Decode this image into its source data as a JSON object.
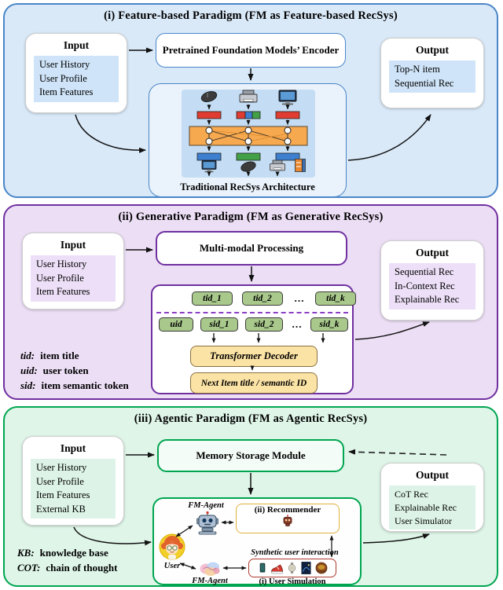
{
  "colors": {
    "panel1_border": "#4a86c8",
    "panel1_bg": "#d9e9f8",
    "panel2_border": "#7030a0",
    "panel2_bg": "#ecdef5",
    "panel3_border": "#00a550",
    "panel3_bg": "#def5e8",
    "token_green": "#a9c98c",
    "decoder_tan": "#fbe3a6",
    "recommender_gold": "#e0b23c",
    "simulation_red": "#b03a2e",
    "bar_red": "#e03c31",
    "bar_blue": "#3e7fd0",
    "bar_green": "#43a047",
    "network_orange": "#f6a94f",
    "arrow": "#111111"
  },
  "panel1": {
    "title": "(i) Feature-based Paradigm (FM as Feature-based RecSys)",
    "input": {
      "label": "Input",
      "items": [
        "User History",
        "User Profile",
        "Item Features"
      ]
    },
    "encoder_label": "Pretrained Foundation Models’ Encoder",
    "architecture_label": "Traditional RecSys Architecture",
    "output": {
      "label": "Output",
      "items": [
        "Top-N item",
        "Sequential Rec"
      ]
    }
  },
  "panel2": {
    "title": "(ii) Generative Paradigm (FM as Generative RecSys)",
    "input": {
      "label": "Input",
      "items": [
        "User History",
        "User Profile",
        "Item Features"
      ]
    },
    "processing_label": "Multi-modal Processing",
    "token_row1": [
      "tid_1",
      "tid_2",
      "…",
      "tid_k"
    ],
    "token_row2": [
      "uid",
      "sid_1",
      "sid_2",
      "…",
      "sid_k"
    ],
    "decoder_label": "Transformer Decoder",
    "next_item_label": "Next Item title / semantic ID",
    "legend": [
      {
        "term": "tid:",
        "definition": "item title"
      },
      {
        "term": "uid:",
        "definition": "user token"
      },
      {
        "term": "sid:",
        "definition": "item semantic token"
      }
    ],
    "output": {
      "label": "Output",
      "items": [
        "Sequential Rec",
        "In-Context Rec",
        "Explainable Rec"
      ]
    }
  },
  "panel3": {
    "title": "(iii) Agentic Paradigm (FM as Agentic RecSys)",
    "input": {
      "label": "Input",
      "items": [
        "User History",
        "User Profile",
        "Item Features",
        "External KB"
      ]
    },
    "memory_label": "Memory Storage Module",
    "fm_agent_top_label": "FM-Agent",
    "fm_agent_bottom_label": "FM-Agent",
    "user_label": "User",
    "recommender_label": "(ii) Recommender",
    "synthetic_label": "Synthetic user interaction",
    "simulation_label": "(i) User Simulation",
    "legend": [
      {
        "term": "KB:",
        "definition": "knowledge base"
      },
      {
        "term": "COT:",
        "definition": "chain of thought"
      }
    ],
    "output": {
      "label": "Output",
      "items": [
        "CoT Rec",
        "Explainable Rec",
        "User Simulator"
      ]
    }
  }
}
